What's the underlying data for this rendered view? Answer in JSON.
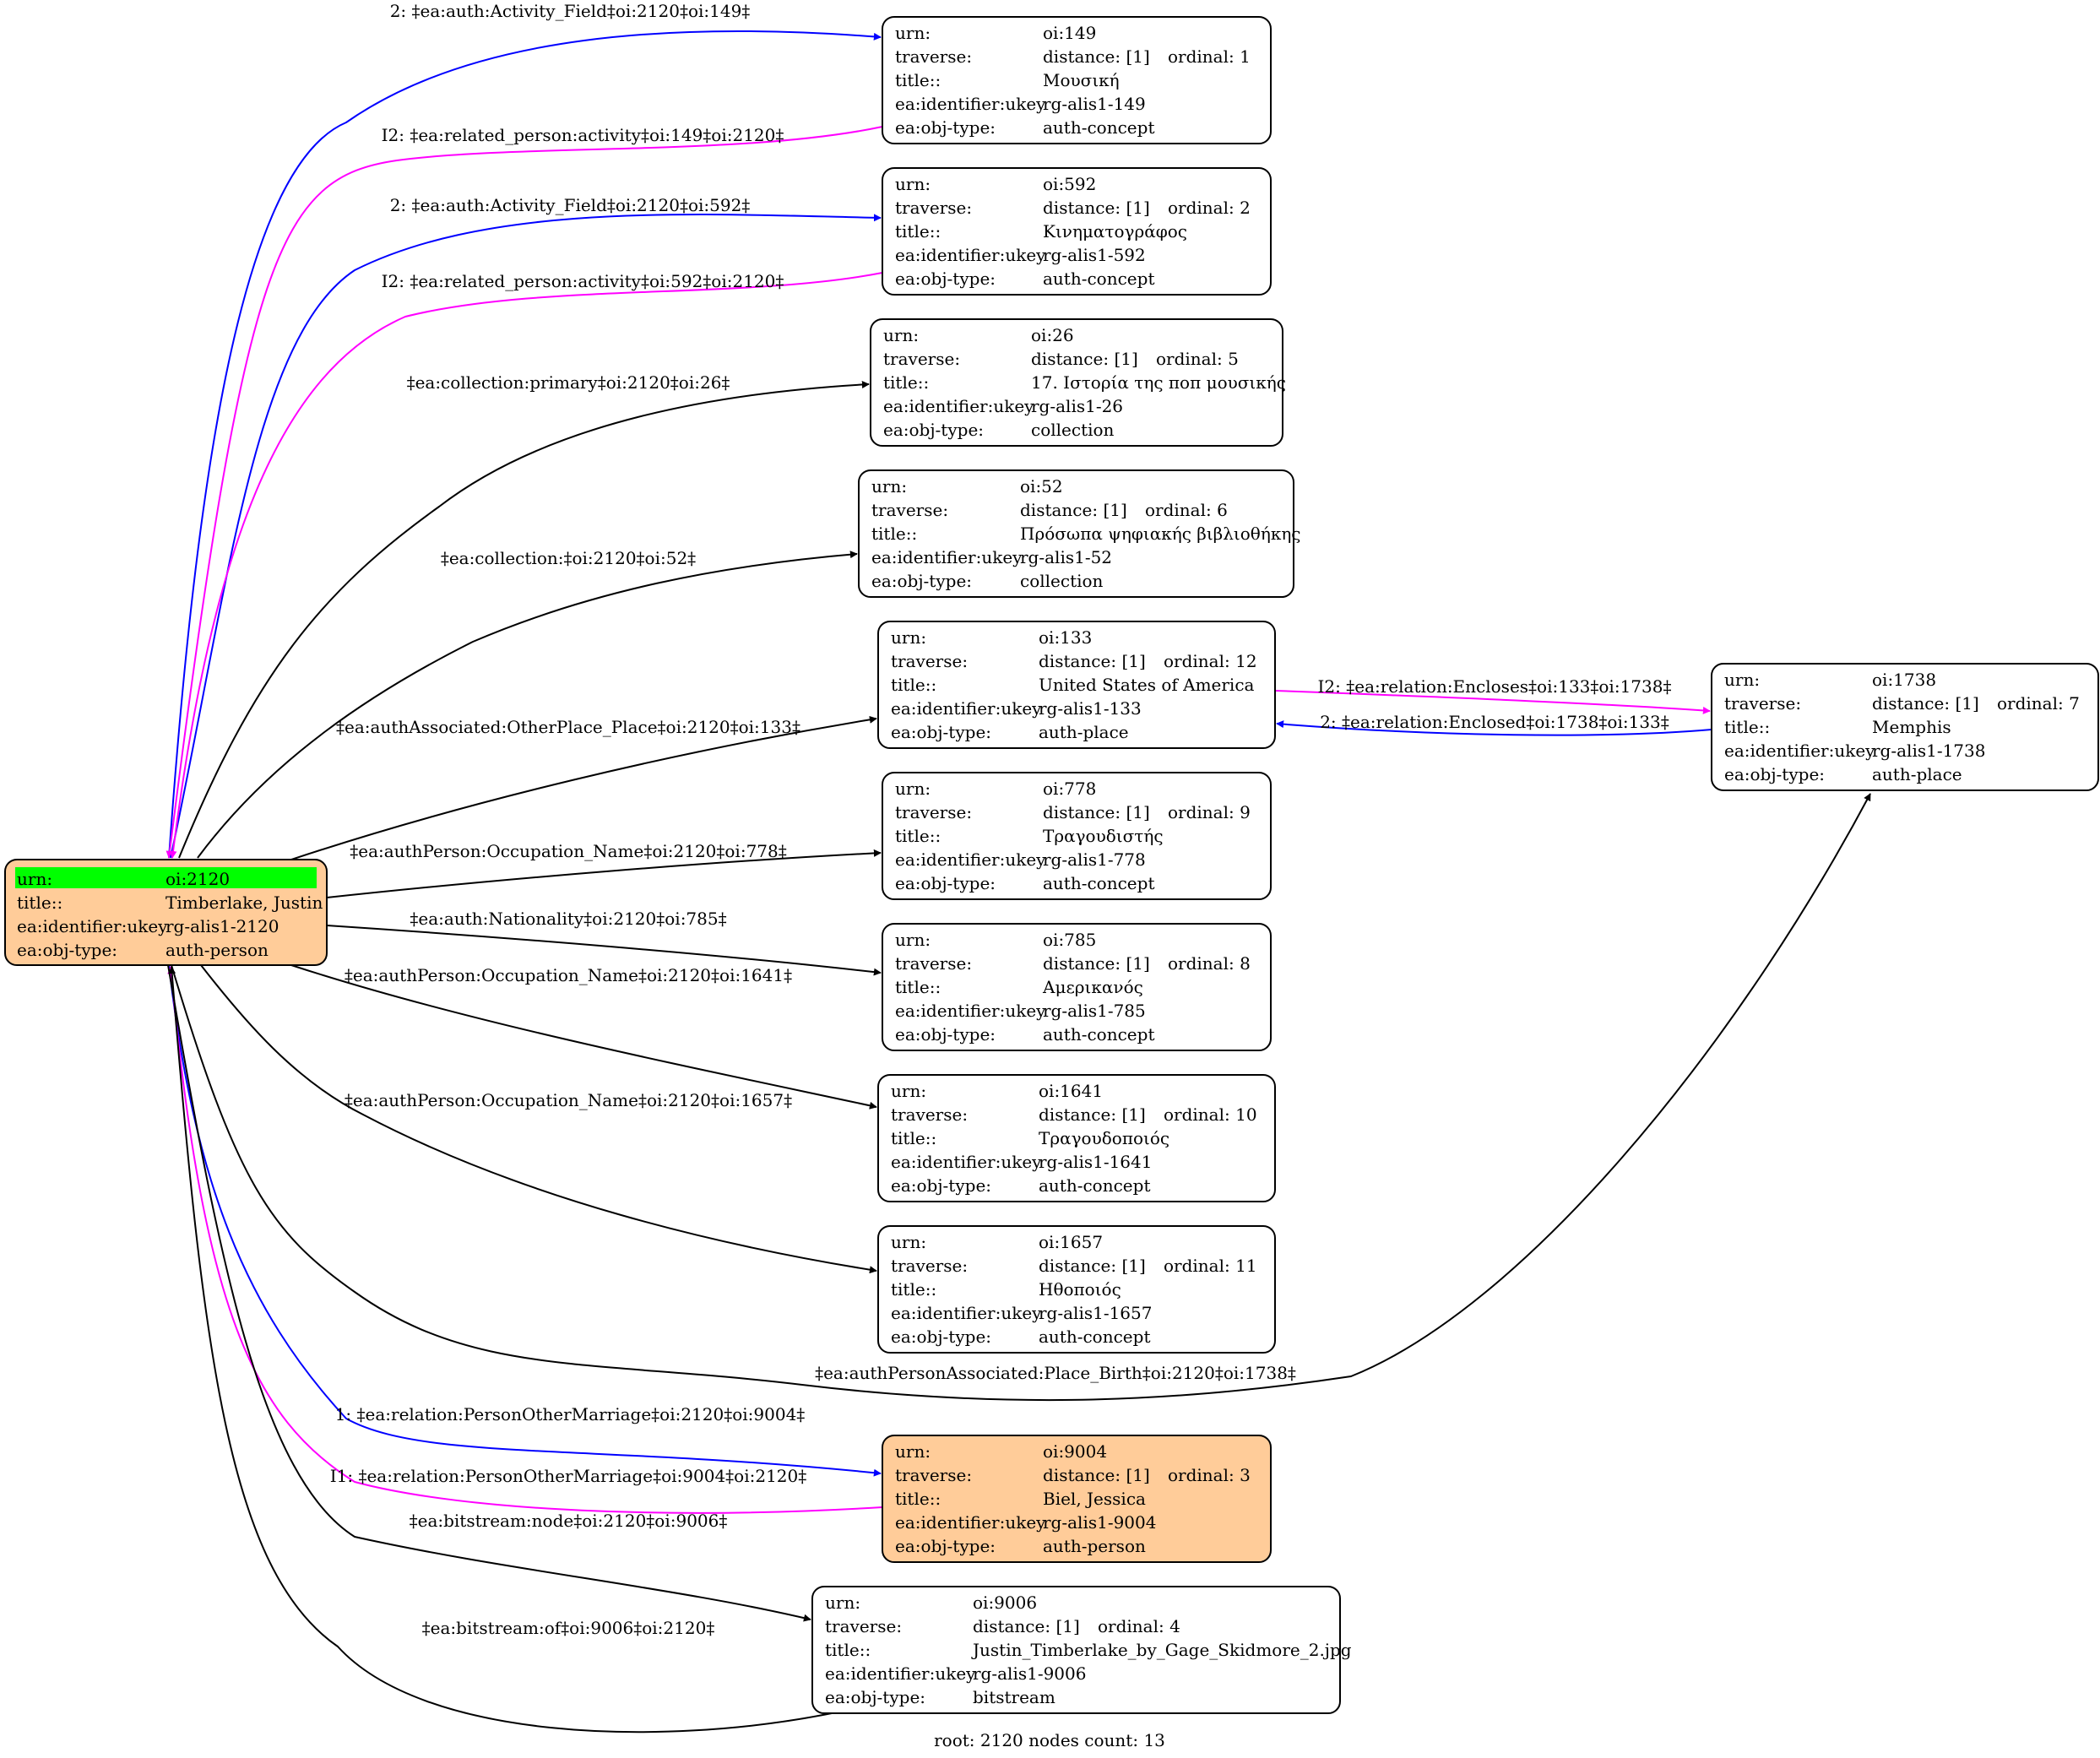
{
  "colors": {
    "black": "#000000",
    "blue": "#0000ff",
    "magenta": "#ff00ff",
    "person_fill": "#ffcc99",
    "highlight": "#00ff00"
  },
  "field_labels": {
    "urn": "urn:",
    "traverse": "traverse:",
    "title": "title::",
    "ukey": "ea:identifier:ukey",
    "objtype": "ea:obj-type:"
  },
  "root": {
    "urn": "oi:2120",
    "title": "Timberlake, Justin",
    "ukey": "rg-alis1-2120",
    "objtype": "auth-person"
  },
  "nodes": [
    {
      "id": "149",
      "urn": "oi:149",
      "distance": "distance: [1]",
      "ordinal": "ordinal: 1",
      "title": "Μουσική",
      "ukey": "rg-alis1-149",
      "objtype": "auth-concept"
    },
    {
      "id": "592",
      "urn": "oi:592",
      "distance": "distance: [1]",
      "ordinal": "ordinal: 2",
      "title": "Κινηματογράφος",
      "ukey": "rg-alis1-592",
      "objtype": "auth-concept"
    },
    {
      "id": "26",
      "urn": "oi:26",
      "distance": "distance: [1]",
      "ordinal": "ordinal: 5",
      "title": "17. Ιστορία της ποπ μουσικής",
      "ukey": "rg-alis1-26",
      "objtype": "collection"
    },
    {
      "id": "52",
      "urn": "oi:52",
      "distance": "distance: [1]",
      "ordinal": "ordinal: 6",
      "title": "Πρόσωπα ψηφιακής βιβλιοθήκης",
      "ukey": "rg-alis1-52",
      "objtype": "collection"
    },
    {
      "id": "133",
      "urn": "oi:133",
      "distance": "distance: [1]",
      "ordinal": "ordinal: 12",
      "title": "United States of America",
      "ukey": "rg-alis1-133",
      "objtype": "auth-place"
    },
    {
      "id": "778",
      "urn": "oi:778",
      "distance": "distance: [1]",
      "ordinal": "ordinal: 9",
      "title": "Τραγουδιστής",
      "ukey": "rg-alis1-778",
      "objtype": "auth-concept"
    },
    {
      "id": "785",
      "urn": "oi:785",
      "distance": "distance: [1]",
      "ordinal": "ordinal: 8",
      "title": "Αμερικανός",
      "ukey": "rg-alis1-785",
      "objtype": "auth-concept"
    },
    {
      "id": "1641",
      "urn": "oi:1641",
      "distance": "distance: [1]",
      "ordinal": "ordinal: 10",
      "title": "Τραγουδοποιός",
      "ukey": "rg-alis1-1641",
      "objtype": "auth-concept"
    },
    {
      "id": "1657",
      "urn": "oi:1657",
      "distance": "distance: [1]",
      "ordinal": "ordinal: 11",
      "title": "Ηθοποιός",
      "ukey": "rg-alis1-1657",
      "objtype": "auth-concept"
    },
    {
      "id": "9004",
      "urn": "oi:9004",
      "distance": "distance: [1]",
      "ordinal": "ordinal: 3",
      "title": "Biel, Jessica",
      "ukey": "rg-alis1-9004",
      "objtype": "auth-person"
    },
    {
      "id": "9006",
      "urn": "oi:9006",
      "distance": "distance: [1]",
      "ordinal": "ordinal: 4",
      "title": "Justin_Timberlake_by_Gage_Skidmore_2.jpg",
      "ukey": "rg-alis1-9006",
      "objtype": "bitstream"
    },
    {
      "id": "1738",
      "urn": "oi:1738",
      "distance": "distance: [1]",
      "ordinal": "ordinal: 7",
      "title": "Memphis",
      "ukey": "rg-alis1-1738",
      "objtype": "auth-place"
    }
  ],
  "edges": [
    {
      "id": "e1",
      "label": "2: ‡ea:auth:Activity_Field‡oi:2120‡oi:149‡",
      "color": "blue"
    },
    {
      "id": "e2",
      "label": "I2: ‡ea:related_person:activity‡oi:149‡oi:2120‡",
      "color": "magenta"
    },
    {
      "id": "e3",
      "label": "2: ‡ea:auth:Activity_Field‡oi:2120‡oi:592‡",
      "color": "blue"
    },
    {
      "id": "e4",
      "label": "I2: ‡ea:related_person:activity‡oi:592‡oi:2120‡",
      "color": "magenta"
    },
    {
      "id": "e5",
      "label": "‡ea:collection:primary‡oi:2120‡oi:26‡",
      "color": "black"
    },
    {
      "id": "e6",
      "label": "‡ea:collection:‡oi:2120‡oi:52‡",
      "color": "black"
    },
    {
      "id": "e7",
      "label": "‡ea:authAssociated:OtherPlace_Place‡oi:2120‡oi:133‡",
      "color": "black"
    },
    {
      "id": "e8",
      "label": "‡ea:authPerson:Occupation_Name‡oi:2120‡oi:778‡",
      "color": "black"
    },
    {
      "id": "e9",
      "label": "‡ea:auth:Nationality‡oi:2120‡oi:785‡",
      "color": "black"
    },
    {
      "id": "e10",
      "label": "‡ea:authPerson:Occupation_Name‡oi:2120‡oi:1641‡",
      "color": "black"
    },
    {
      "id": "e11",
      "label": "‡ea:authPerson:Occupation_Name‡oi:2120‡oi:1657‡",
      "color": "black"
    },
    {
      "id": "e12",
      "label": "‡ea:authPersonAssociated:Place_Birth‡oi:2120‡oi:1738‡",
      "color": "black"
    },
    {
      "id": "e13",
      "label": "1: ‡ea:relation:PersonOtherMarriage‡oi:2120‡oi:9004‡",
      "color": "blue"
    },
    {
      "id": "e14",
      "label": "I1: ‡ea:relation:PersonOtherMarriage‡oi:9004‡oi:2120‡",
      "color": "magenta"
    },
    {
      "id": "e15",
      "label": "‡ea:bitstream:node‡oi:2120‡oi:9006‡",
      "color": "black"
    },
    {
      "id": "e16",
      "label": "‡ea:bitstream:of‡oi:9006‡oi:2120‡",
      "color": "black"
    },
    {
      "id": "e17",
      "label": "I2: ‡ea:relation:Encloses‡oi:133‡oi:1738‡",
      "color": "magenta"
    },
    {
      "id": "e18",
      "label": "2: ‡ea:relation:Enclosed‡oi:1738‡oi:133‡",
      "color": "blue"
    }
  ],
  "footer": "root: 2120 nodes count: 13"
}
